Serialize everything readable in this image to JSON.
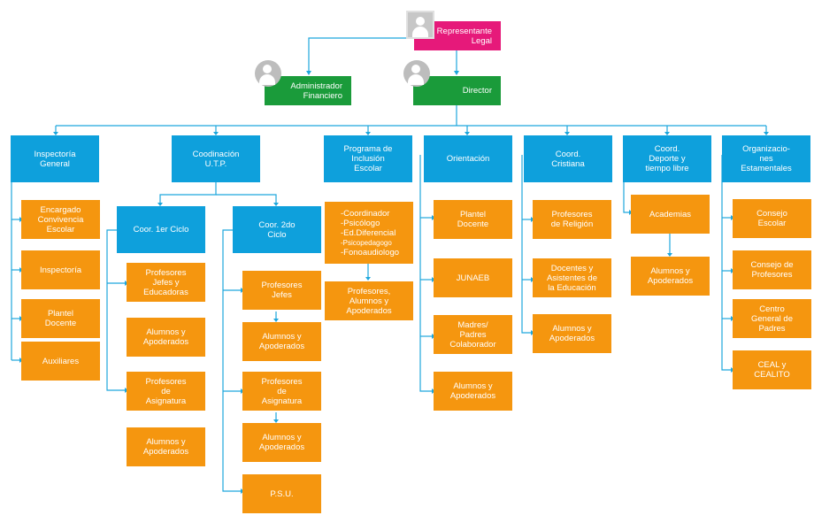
{
  "top": {
    "representante": "Representante\nLegal",
    "administrador": "Administrador\nFinanciero",
    "director": "Director"
  },
  "heads": {
    "inspectoria": "Inspectoría\nGeneral",
    "coordinacion": "Coodinación\nU.T.P.",
    "programa": "Programa de\nInclusión\nEscolar",
    "orientacion": "Orientación",
    "cristiana": "Coord.\nCristiana",
    "deporte": "Coord.\nDeporte y\ntiempo libre",
    "organizaciones": "Organizacio-\nnes\nEstamentales"
  },
  "inspectoria_items": [
    "Encargado\nConvivencia\nEscolar",
    "Inspectoría",
    "Plantel\nDocente",
    "Auxiliares"
  ],
  "utp": {
    "ciclo1": "Coor. 1er Ciclo",
    "ciclo2": "Coor. 2do\nCiclo",
    "ciclo1_items": {
      "profesores_jefes": "Profesores\nJefes y\nEducadoras",
      "alumnos1": "Alumnos y\nApoderados",
      "profesores_asignatura": "Profesores\nde\nAsignatura",
      "alumnos2": "Alumnos y\nApoderados"
    },
    "ciclo2_items": {
      "profesores_jefes": "Profesores\nJefes",
      "alumnos1": "Alumnos y\nApoderados",
      "profesores_asignatura": "Profesores\nde\nAsignatura",
      "alumnos2": "Alumnos y\nApoderados",
      "psu": "P.S.U."
    }
  },
  "programa_items": {
    "list": [
      "-Coordinador",
      "-Psicólogo",
      "-Ed.Diferencial",
      "-Psicopedagogo",
      "-Fonoaudiologo"
    ],
    "profesores": "Profesores,\nAlumnos y\nApoderados"
  },
  "orientacion_items": [
    "Plantel\nDocente",
    "JUNAEB",
    "Madres/\nPadres\nColaborador",
    "Alumnos y\nApoderados"
  ],
  "cristiana_items": [
    "Profesores\nde Religión",
    "Docentes y\nAsistentes de\nla Educación",
    "Alumnos y\nApoderados"
  ],
  "deporte_items": [
    "Academias",
    "Alumnos y\nApoderados"
  ],
  "organizaciones_items": [
    "Consejo\nEscolar",
    "Consejo de\nProfesores",
    "Centro\nGeneral de\nPadres",
    "CEAL y\nCEALITO"
  ],
  "colors": {
    "blue": "#0ea0dc",
    "orange": "#f5960f",
    "green": "#1a9b3a",
    "pink": "#e6197a",
    "line": "#1ea7dd"
  },
  "icons": [
    "user-avatar-icon"
  ]
}
